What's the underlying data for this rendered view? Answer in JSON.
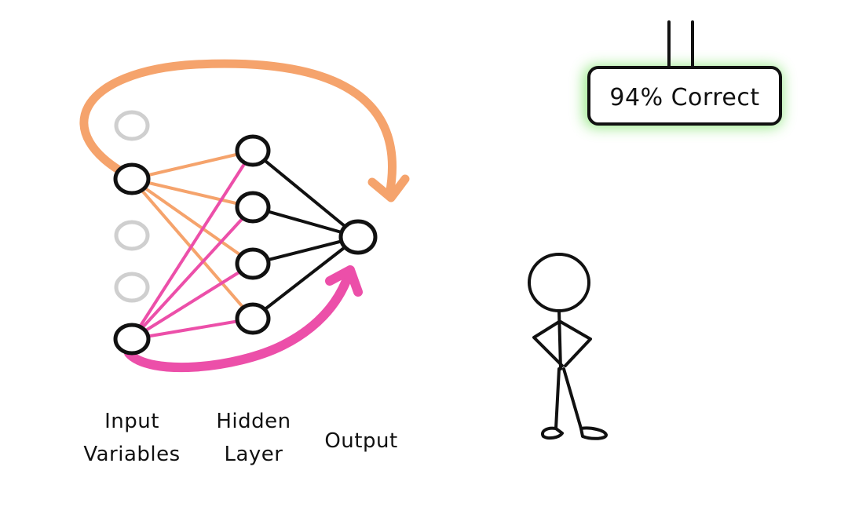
{
  "labels": {
    "input_line1": "Input",
    "input_line2": "Variables",
    "hidden_line1": "Hidden",
    "hidden_line2": "Layer",
    "output": "Output"
  },
  "banner": {
    "text": "94% Correct",
    "glow_color": "#7fe36a"
  },
  "colors": {
    "ink": "#111111",
    "inactive_node": "#cfcfcf",
    "orange_arrow": "#f5a36c",
    "pink_arrow": "#ec4fa9"
  },
  "icons": [
    "stick-figure",
    "curved-arrow-orange",
    "curved-arrow-pink"
  ]
}
